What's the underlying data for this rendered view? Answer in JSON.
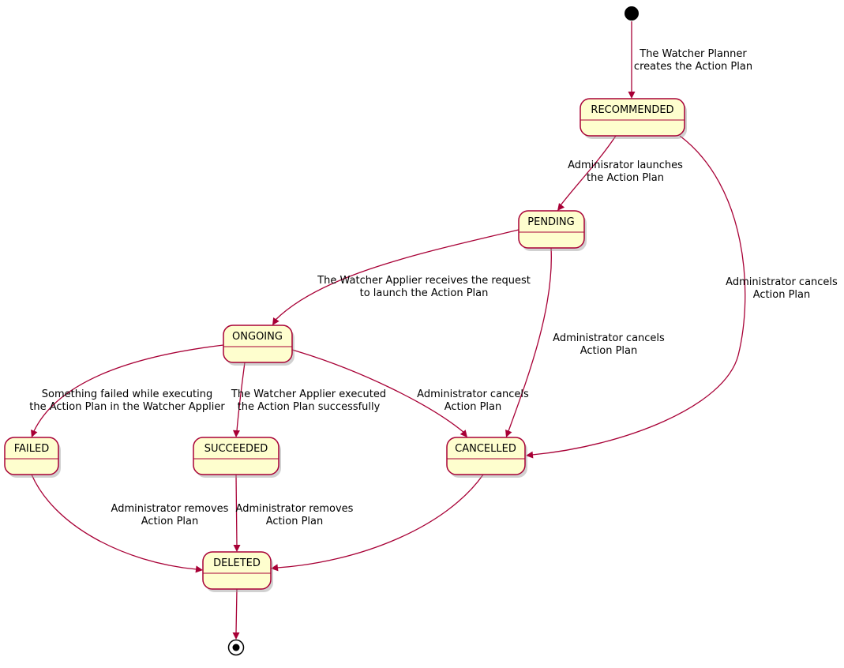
{
  "diagram": {
    "type": "state-diagram",
    "subject": "Action Plan lifecycle",
    "colors": {
      "state_fill": "#FEFECE",
      "state_border": "#A80036",
      "arrow": "#A80036",
      "text": "#000000",
      "background": "#FFFFFF"
    }
  },
  "states": {
    "recommended": {
      "label": "RECOMMENDED"
    },
    "pending": {
      "label": "PENDING"
    },
    "ongoing": {
      "label": "ONGOING"
    },
    "failed": {
      "label": "FAILED"
    },
    "succeeded": {
      "label": "SUCCEEDED"
    },
    "cancelled": {
      "label": "CANCELLED"
    },
    "deleted": {
      "label": "DELETED"
    }
  },
  "edges": {
    "init_to_recommended": {
      "label": [
        "The Watcher Planner",
        "creates the Action Plan"
      ]
    },
    "recommended_to_pending": {
      "label": [
        "Adminisrator launches",
        "the Action Plan"
      ]
    },
    "recommended_to_cancelled": {
      "label": [
        "Administrator cancels",
        "Action Plan"
      ]
    },
    "pending_to_ongoing": {
      "label": [
        "The Watcher Applier receives the request",
        "to launch the Action Plan"
      ]
    },
    "pending_to_cancelled": {
      "label": [
        "Administrator cancels",
        "Action Plan"
      ]
    },
    "ongoing_to_failed": {
      "label": [
        "Something failed while executing",
        "the Action Plan in the Watcher Applier"
      ]
    },
    "ongoing_to_succeeded": {
      "label": [
        "The Watcher Applier executed",
        "the Action Plan successfully"
      ]
    },
    "ongoing_to_cancelled": {
      "label": [
        "Administrator cancels",
        "Action Plan"
      ]
    },
    "failed_to_deleted": {
      "label": [
        "Administrator removes",
        "Action Plan"
      ]
    },
    "succeeded_to_deleted": {
      "label": [
        "Administrator removes",
        "Action Plan"
      ]
    },
    "cancelled_to_deleted": {
      "label": []
    },
    "deleted_to_final": {
      "label": []
    }
  }
}
